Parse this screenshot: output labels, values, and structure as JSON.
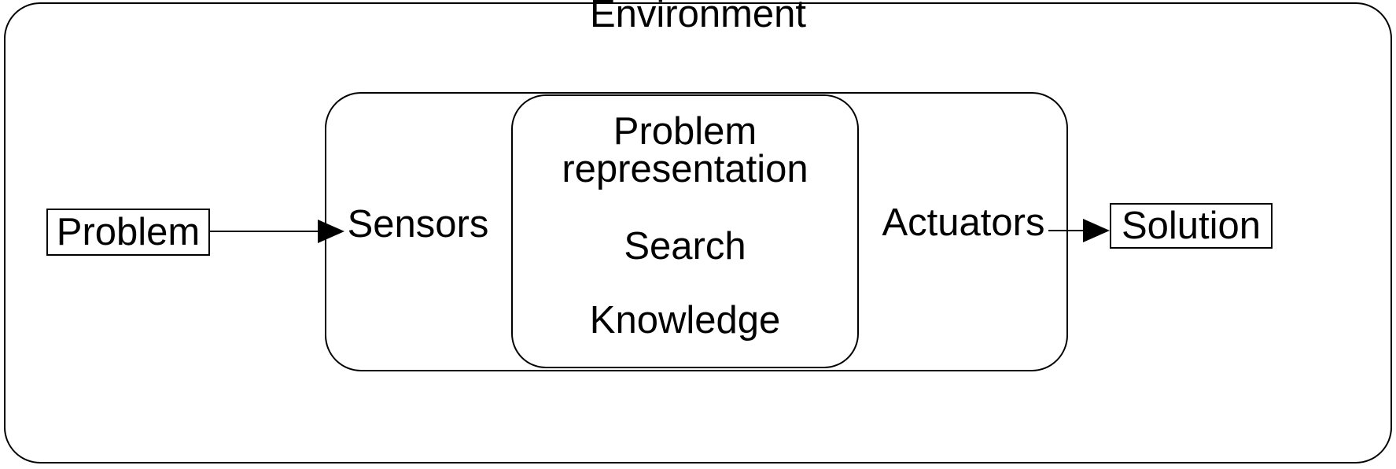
{
  "environment": {
    "label": "Environment"
  },
  "agent": {
    "sensors_label": "Sensors",
    "actuators_label": "Actuators",
    "core": {
      "representation_line1": "Problem",
      "representation_line2": "representation",
      "search_label": "Search",
      "knowledge_label": "Knowledge"
    }
  },
  "input": {
    "label": "Problem"
  },
  "output": {
    "label": "Solution"
  },
  "colors": {
    "line": "#000000",
    "background": "#ffffff",
    "text": "#000000"
  }
}
